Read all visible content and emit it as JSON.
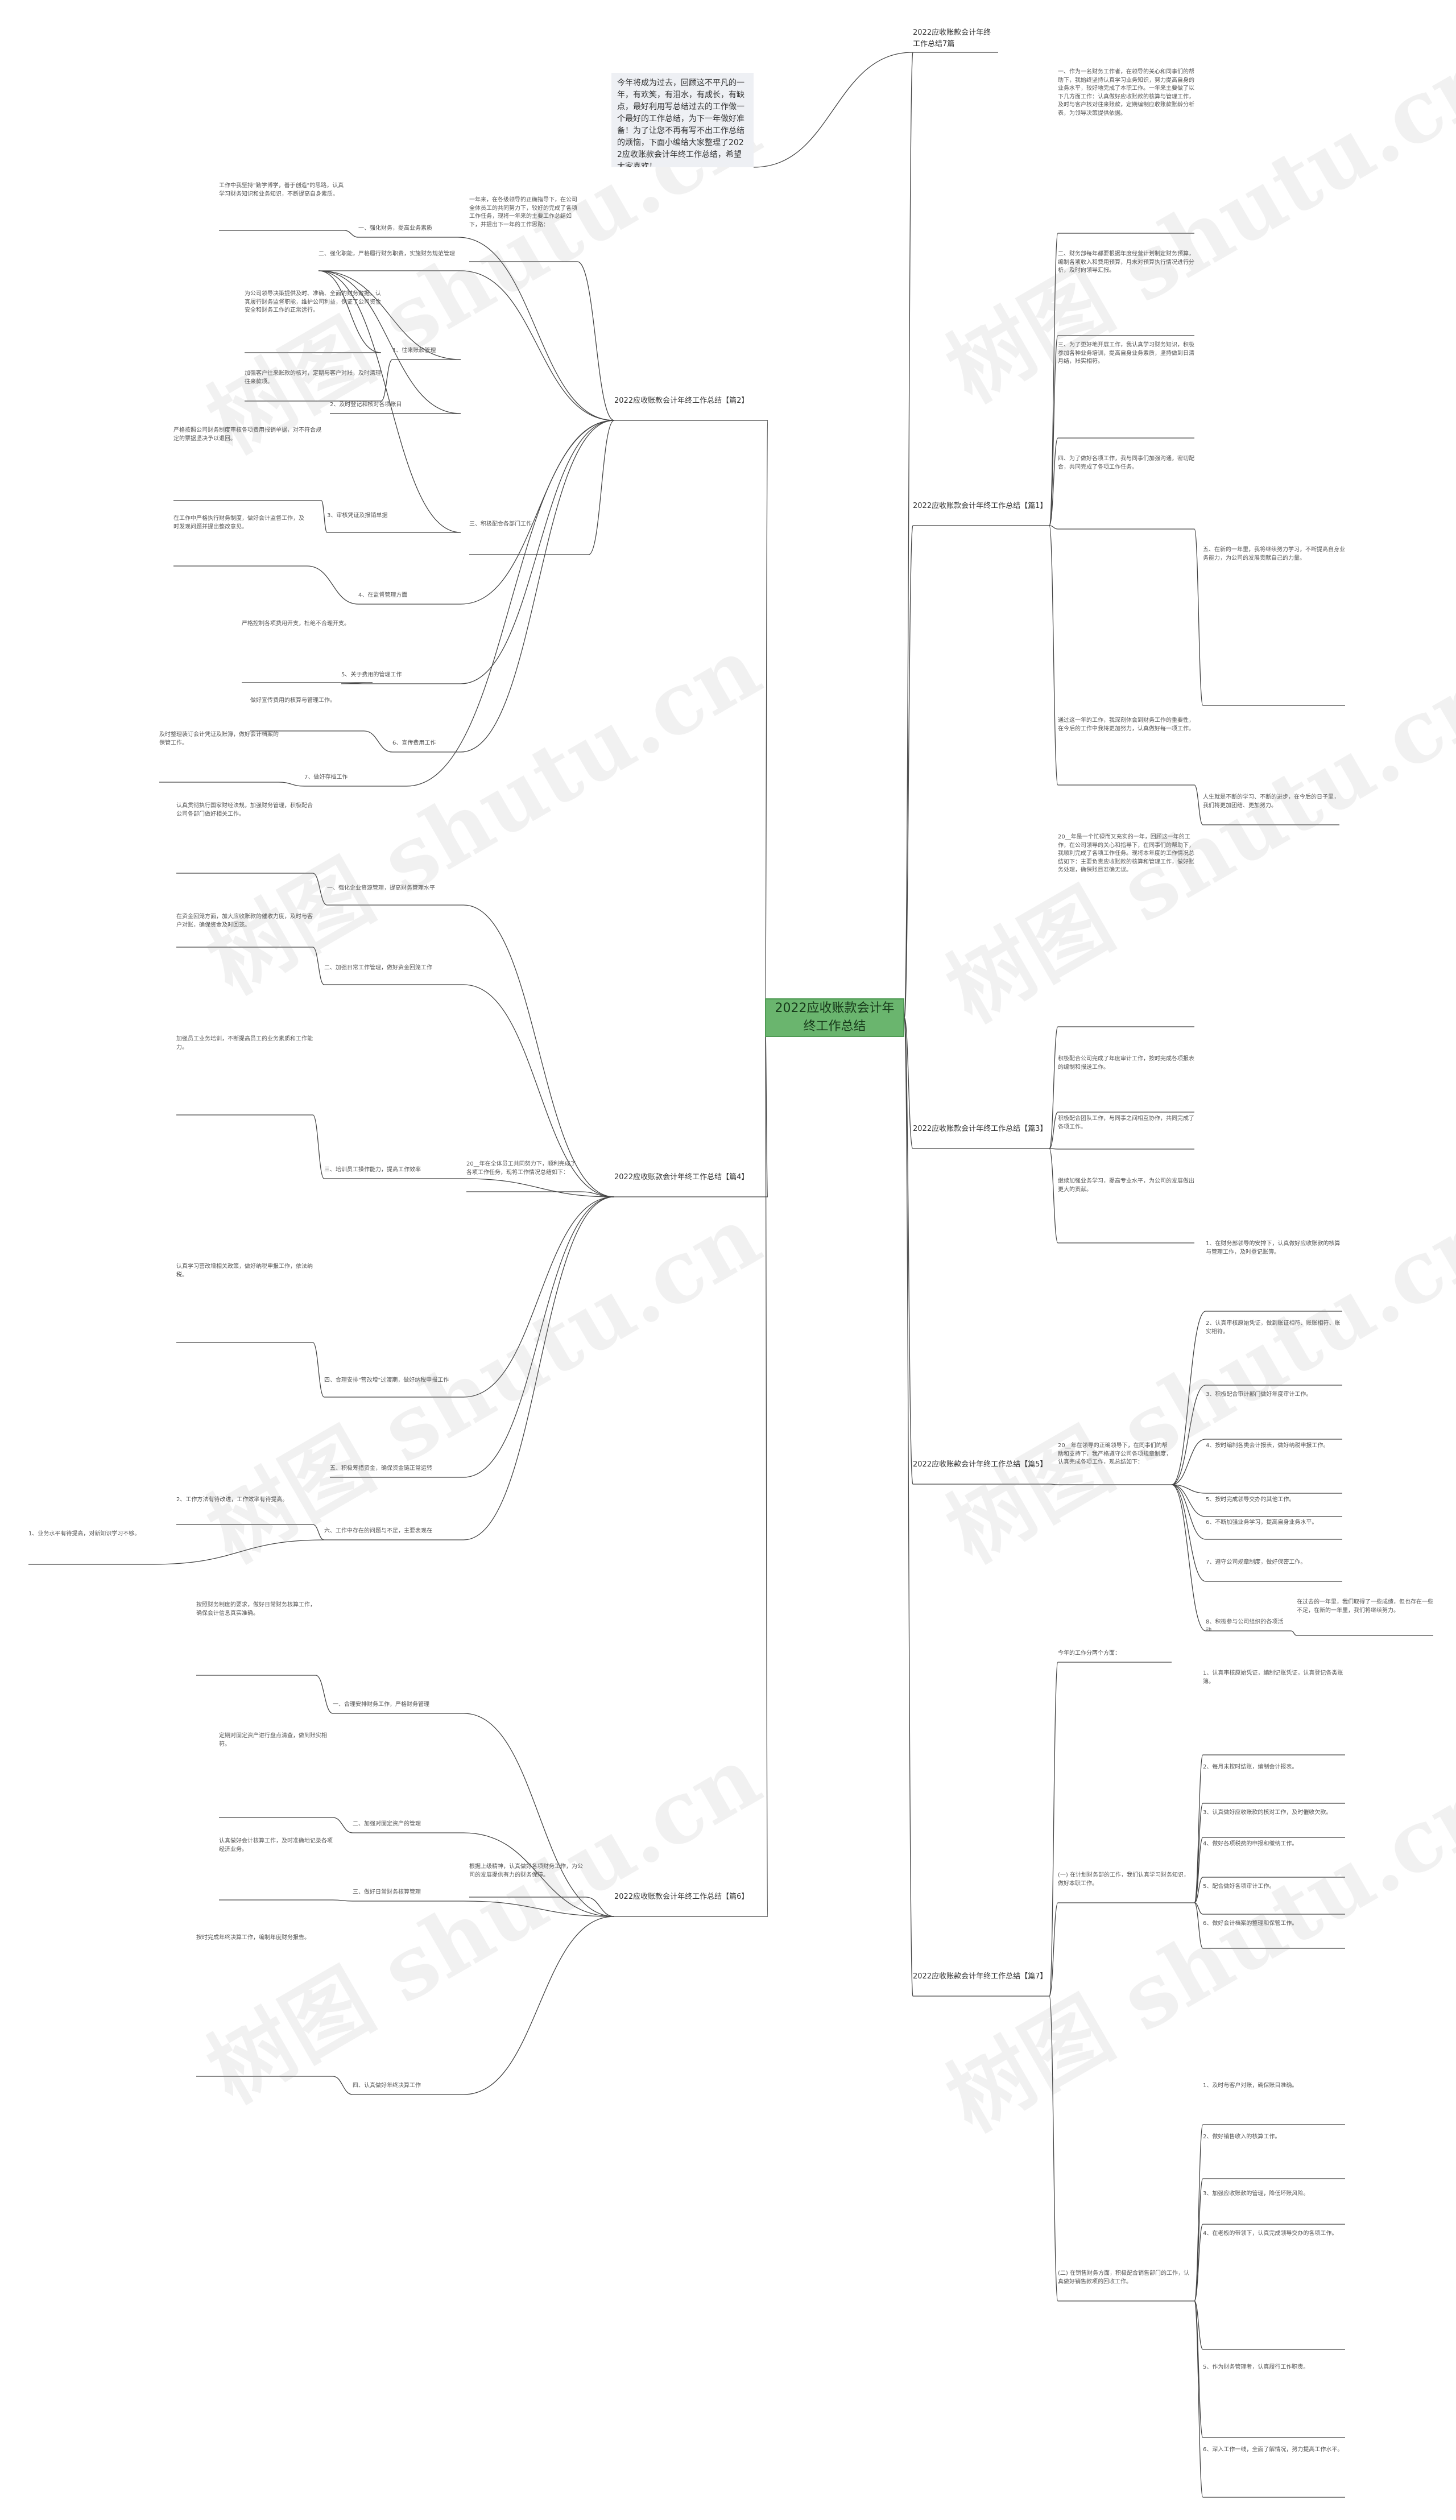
{
  "center": "2022应收账款会计年终工作总结",
  "intro": "今年将成为过去，回顾这不平凡的一年，有欢笑，有泪水，有成长，有缺点，最好利用写总结过去的工作做一个最好的工作总结，为下一年做好准备！为了让您不再有写不出工作总结的烦恼，下面小编给大家整理了2022应收账款会计年终工作总结，希望大家喜欢！",
  "branches": {
    "b7": "2022应收账款会计年终工作总结7篇",
    "b2": "2022应收账款会计年终工作总结【篇2】",
    "b1": "2022应收账款会计年终工作总结【篇1】",
    "b3": "2022应收账款会计年终工作总结【篇3】",
    "b4": "2022应收账款会计年终工作总结【篇4】",
    "b5": "2022应收账款会计年终工作总结【篇5】",
    "b6": "2022应收账款会计年终工作总结【篇6】",
    "b7b": "2022应收账款会计年终工作总结【篇7】"
  },
  "b2_nodes": {
    "lead": "一年来，在各级领导的正确指导下，在公司全体员工的共同努力下，较好的完成了各项工作任务，现将一年来的主要工作总结如下，并提出下一年的工作思路：",
    "n1_text": "工作中我坚持\"勤学博学，善于创造\"的思路，认真学习财务知识和业务知识，不断提高自身素质。",
    "n1": "一、强化财务，提高业务素质",
    "n2": "二、强化职能，严格履行财务职责，实施财务规范管理",
    "n2_text": "为公司领导决策提供及时、准确、全面的财务数据，认真履行财务监督职能，维护公司利益，保证了公司资金安全和财务工作的正常运行。",
    "n2a": "1、往来账款管理",
    "n2a_text": "加强客户往来账款的核对，定期与客户对账，及时清理往来款项。",
    "n2b": "2、及时登记和核对各项账目",
    "n2c": "3、审核凭证及报销单据",
    "n2c_text": "严格按照公司财务制度审核各项费用报销单据，对不符合规定的票据坚决予以退回。",
    "n3": "三、积极配合各部门工作",
    "n4": "4、在监督管理方面",
    "n4_text": "在工作中严格执行财务制度，做好会计监督工作，及时发现问题并提出整改意见。",
    "n5": "5、关于费用的管理工作",
    "n5_text": "严格控制各项费用开支，杜绝不合理开支。",
    "n6": "6、宣传费用工作",
    "n6_text": "做好宣传费用的核算与管理工作。",
    "n7": "7、做好存档工作",
    "n7_text": "及时整理装订会计凭证及账簿，做好会计档案的保管工作。"
  },
  "b1_nodes": {
    "p1": "一、作为一名财务工作者，在领导的关心和同事们的帮助下，我始终坚持认真学习业务知识，努力提高自身的业务水平，较好地完成了本职工作。一年来主要做了以下几方面工作：认真做好应收账款的核算与管理工作，及时与客户核对往来账款，定期编制应收账款账龄分析表，为领导决策提供依据。",
    "p2": "二、财务部每年都要根据年度经营计划制定财务预算，编制各项收入和费用预算，月末对预算执行情况进行分析，及时向领导汇报。",
    "p3": "三、为了更好地开展工作，我认真学习财务知识，积极参加各种业务培训，提高自身业务素质，坚持做到日清月结，账实相符。",
    "p4": "四、为了做好各项工作，我与同事们加强沟通，密切配合，共同完成了各项工作任务。",
    "p5": "五、在新的一年里，我将继续努力学习，不断提高自身业务能力，为公司的发展贡献自己的力量。",
    "p6": "通过这一年的工作，我深刻体会到财务工作的重要性，在今后的工作中我将更加努力，认真做好每一项工作。",
    "p7": "人生就是不断的学习、不断的进步，在今后的日子里，我们将更加团结、更加努力。"
  },
  "b3_nodes": {
    "p1": "20__年是一个忙碌而又充实的一年，回顾这一年的工作，在公司领导的关心和指导下，在同事们的帮助下，我顺利完成了各项工作任务。现将本年度的工作情况总结如下：主要负责应收账款的核算和管理工作，做好账务处理，确保账目准确无误。",
    "p2": "积极配合公司完成了年度审计工作，按时完成各项报表的编制和报送工作。",
    "p3": "积极配合团队工作，与同事之间相互协作，共同完成了各项工作。",
    "p4": "继续加强业务学习，提高专业水平，为公司的发展做出更大的贡献。"
  },
  "b4_nodes": {
    "lead": "20__年在全体员工共同努力下，顺利完成了各项工作任务，现将工作情况总结如下：",
    "n1": "一、强化企业资源管理，提高财务管理水平",
    "n1_text": "认真贯彻执行国家财经法规，加强财务管理，积极配合公司各部门做好相关工作。",
    "n2": "二、加强日常工作管理，做好资金回笼工作",
    "n2_text": "在资金回笼方面，加大应收账款的催收力度，及时与客户对账，确保资金及时回笼。",
    "n3": "三、培训员工操作能力，提高工作效率",
    "n3_text": "加强员工业务培训，不断提高员工的业务素质和工作能力。",
    "n4": "四、合理安排\"营改增\"过渡期，做好纳税申报工作",
    "n4_text": "认真学习营改增相关政策，做好纳税申报工作，依法纳税。",
    "n5": "五、积极筹措资金，确保资金链正常运转",
    "n6": "六、工作中存在的问题与不足，主要表现在",
    "n6_a": "1、业务水平有待提高，对新知识学习不够。",
    "n6_b": "2、工作方法有待改进，工作效率有待提高。"
  },
  "b5_nodes": {
    "lead": "20__年在领导的正确领导下，在同事们的帮助和支持下，我严格遵守公司各项规章制度，认真完成各项工作，现总结如下：",
    "p1": "1、在财务部领导的安排下，认真做好应收账款的核算与管理工作，及时登记账簿。",
    "p2": "2、认真审核原始凭证，做到账证相符、账账相符、账实相符。",
    "p3": "3、积极配合审计部门做好年度审计工作。",
    "p4": "4、按时编制各类会计报表，做好纳税申报工作。",
    "p5": "5、按时完成领导交办的其他工作。",
    "p6": "6、不断加强业务学习，提高自身业务水平。",
    "p7": "7、遵守公司规章制度，做好保密工作。",
    "p8": "8、积极参与公司组织的各项活动。",
    "tail": "在过去的一年里，我们取得了一些成绩，但也存在一些不足，在新的一年里，我们将继续努力。"
  },
  "b6_nodes": {
    "lead": "根据上级精神，认真做好各项财务工作，为公司的发展提供有力的财务保障。",
    "n1": "一、合理安排财务工作，严格财务管理",
    "n1_text": "按照财务制度的要求，做好日常财务核算工作，确保会计信息真实准确。",
    "n2": "二、加强对固定资产的管理",
    "n2_text": "定期对固定资产进行盘点清查，做到账实相符。",
    "n3": "三、做好日常财务核算管理",
    "n3_text": "认真做好会计核算工作，及时准确地记录各项经济业务。",
    "n4": "四、认真做好年终决算工作",
    "n4_text": "按时完成年终决算工作，编制年度财务报告。"
  },
  "b7b_nodes": {
    "lead": "今年的工作分两个方面：",
    "g1": "(一) 在计划财务部的工作，我们认真学习财务知识，做好本职工作。",
    "g1_items": [
      "1、认真审核原始凭证，编制记账凭证，认真登记各类账簿。",
      "2、每月末按时结账，编制会计报表。",
      "3、认真做好应收账款的核对工作，及时催收欠款。",
      "4、做好各项税费的申报和缴纳工作。",
      "5、配合做好各项审计工作。",
      "6、做好会计档案的整理和保管工作。"
    ],
    "g2": "(二) 在销售财务方面，积极配合销售部门的工作，认真做好销售款项的回收工作。",
    "g2_items": [
      "1、及时与客户对账，确保账目准确。",
      "2、做好销售收入的核算工作。",
      "3、加强应收账款的管理，降低坏账风险。",
      "4、在老板的带领下，认真完成领导交办的各项工作。",
      "5、作为财务管理者，认真履行工作职责。",
      "6、深入工作一线，全面了解情况，努力提高工作水平。"
    ]
  },
  "watermark": "树图 shutu.cn"
}
